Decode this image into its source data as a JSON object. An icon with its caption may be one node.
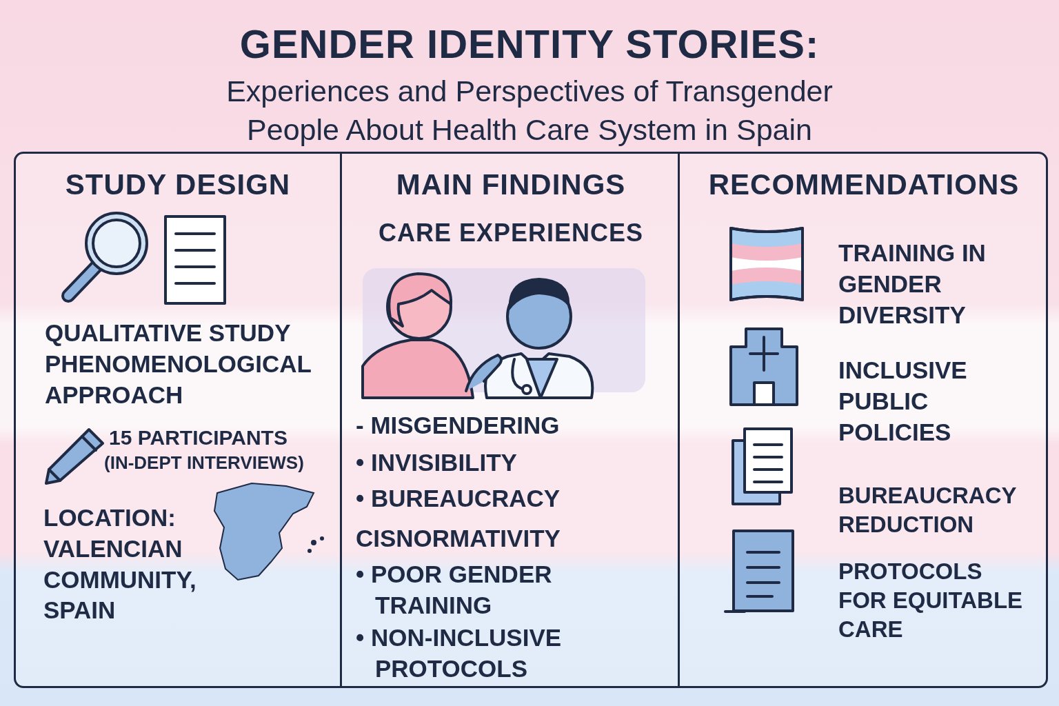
{
  "diagram": {
    "title": "GENDER IDENTITY STORIES:",
    "nodes": [
      {
        "text": [
          "STUDY DESIGN",
          "QUALITATIVE STUDY PHENOMENOLOGICAL APPROACH",
          "15 PARTICIPANTS",
          "(IN-DEPT INTERVIEWS)",
          "LOCATION: VALENCIAN COMMUNITY, SPAIN"
        ]
      },
      {
        "text": [
          "MAIN FINDINGS",
          "CARE EXPERIENCES",
          "- MISGENDERING",
          "• INVISIBILITY",
          "• BUREAUCRACY",
          "CISNORMATIVITY",
          "• POOR GENDER TRAINING",
          "• NON-INCLUSIVE PROTOCOLS"
        ]
      },
      {
        "text": [
          "RECOMMENDATIONS",
          "TRAINING IN GENDER DIVERSITY",
          "INCLUSIVE PUBLIC POLICIES",
          "BUREAUCRACY REDUCTION",
          "PROTOCOLS FOR EQUITABLE CARE"
        ]
      }
    ],
    "edges": [],
    "labels": [
      "Experiences and Perspectives of Transgender People About Health Care System in Spain"
    ]
  }
}
